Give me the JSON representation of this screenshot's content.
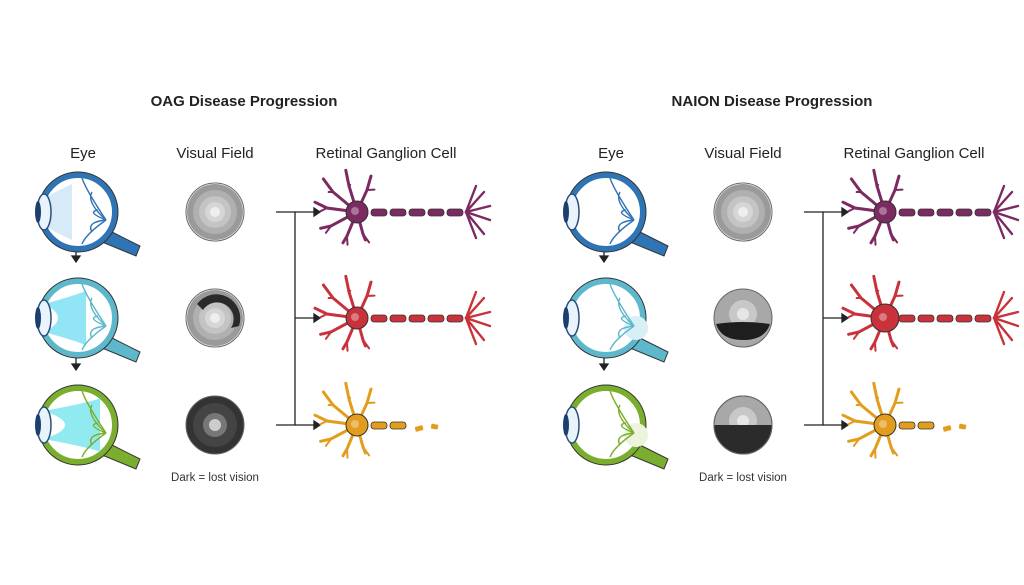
{
  "panels": [
    {
      "title": "OAG Disease Progression",
      "columns": [
        "Eye",
        "Visual Field",
        "Retinal Ganglion Cell"
      ],
      "caption": "Dark = lost vision",
      "stages": [
        {
          "eye_color": "#2f74b5",
          "eye_fill": "#cfe6f7",
          "field": "healthy",
          "cell_color": "#7b2a62"
        },
        {
          "eye_color": "#5db8cc",
          "eye_fill": "#7fe0f2",
          "field": "arc-loss",
          "cell_color": "#c9323a"
        },
        {
          "eye_color": "#7aae2e",
          "eye_fill": "#7fe6ef",
          "field": "tunnel",
          "cell_color": "#e39d1c"
        }
      ]
    },
    {
      "title": "NAION Disease Progression",
      "columns": [
        "Eye",
        "Visual Field",
        "Retinal Ganglion Cell"
      ],
      "caption": "Dark = lost vision",
      "stages": [
        {
          "eye_color": "#2f74b5",
          "eye_fill": "#ffffff",
          "field": "healthy",
          "cell_color": "#7b2a62"
        },
        {
          "eye_color": "#5db8cc",
          "eye_fill": "#ffffff",
          "field": "lower-half",
          "cell_color": "#c9323a"
        },
        {
          "eye_color": "#7aae2e",
          "eye_fill": "#ffffff",
          "field": "lower-half-dark",
          "cell_color": "#e39d1c"
        }
      ]
    }
  ]
}
